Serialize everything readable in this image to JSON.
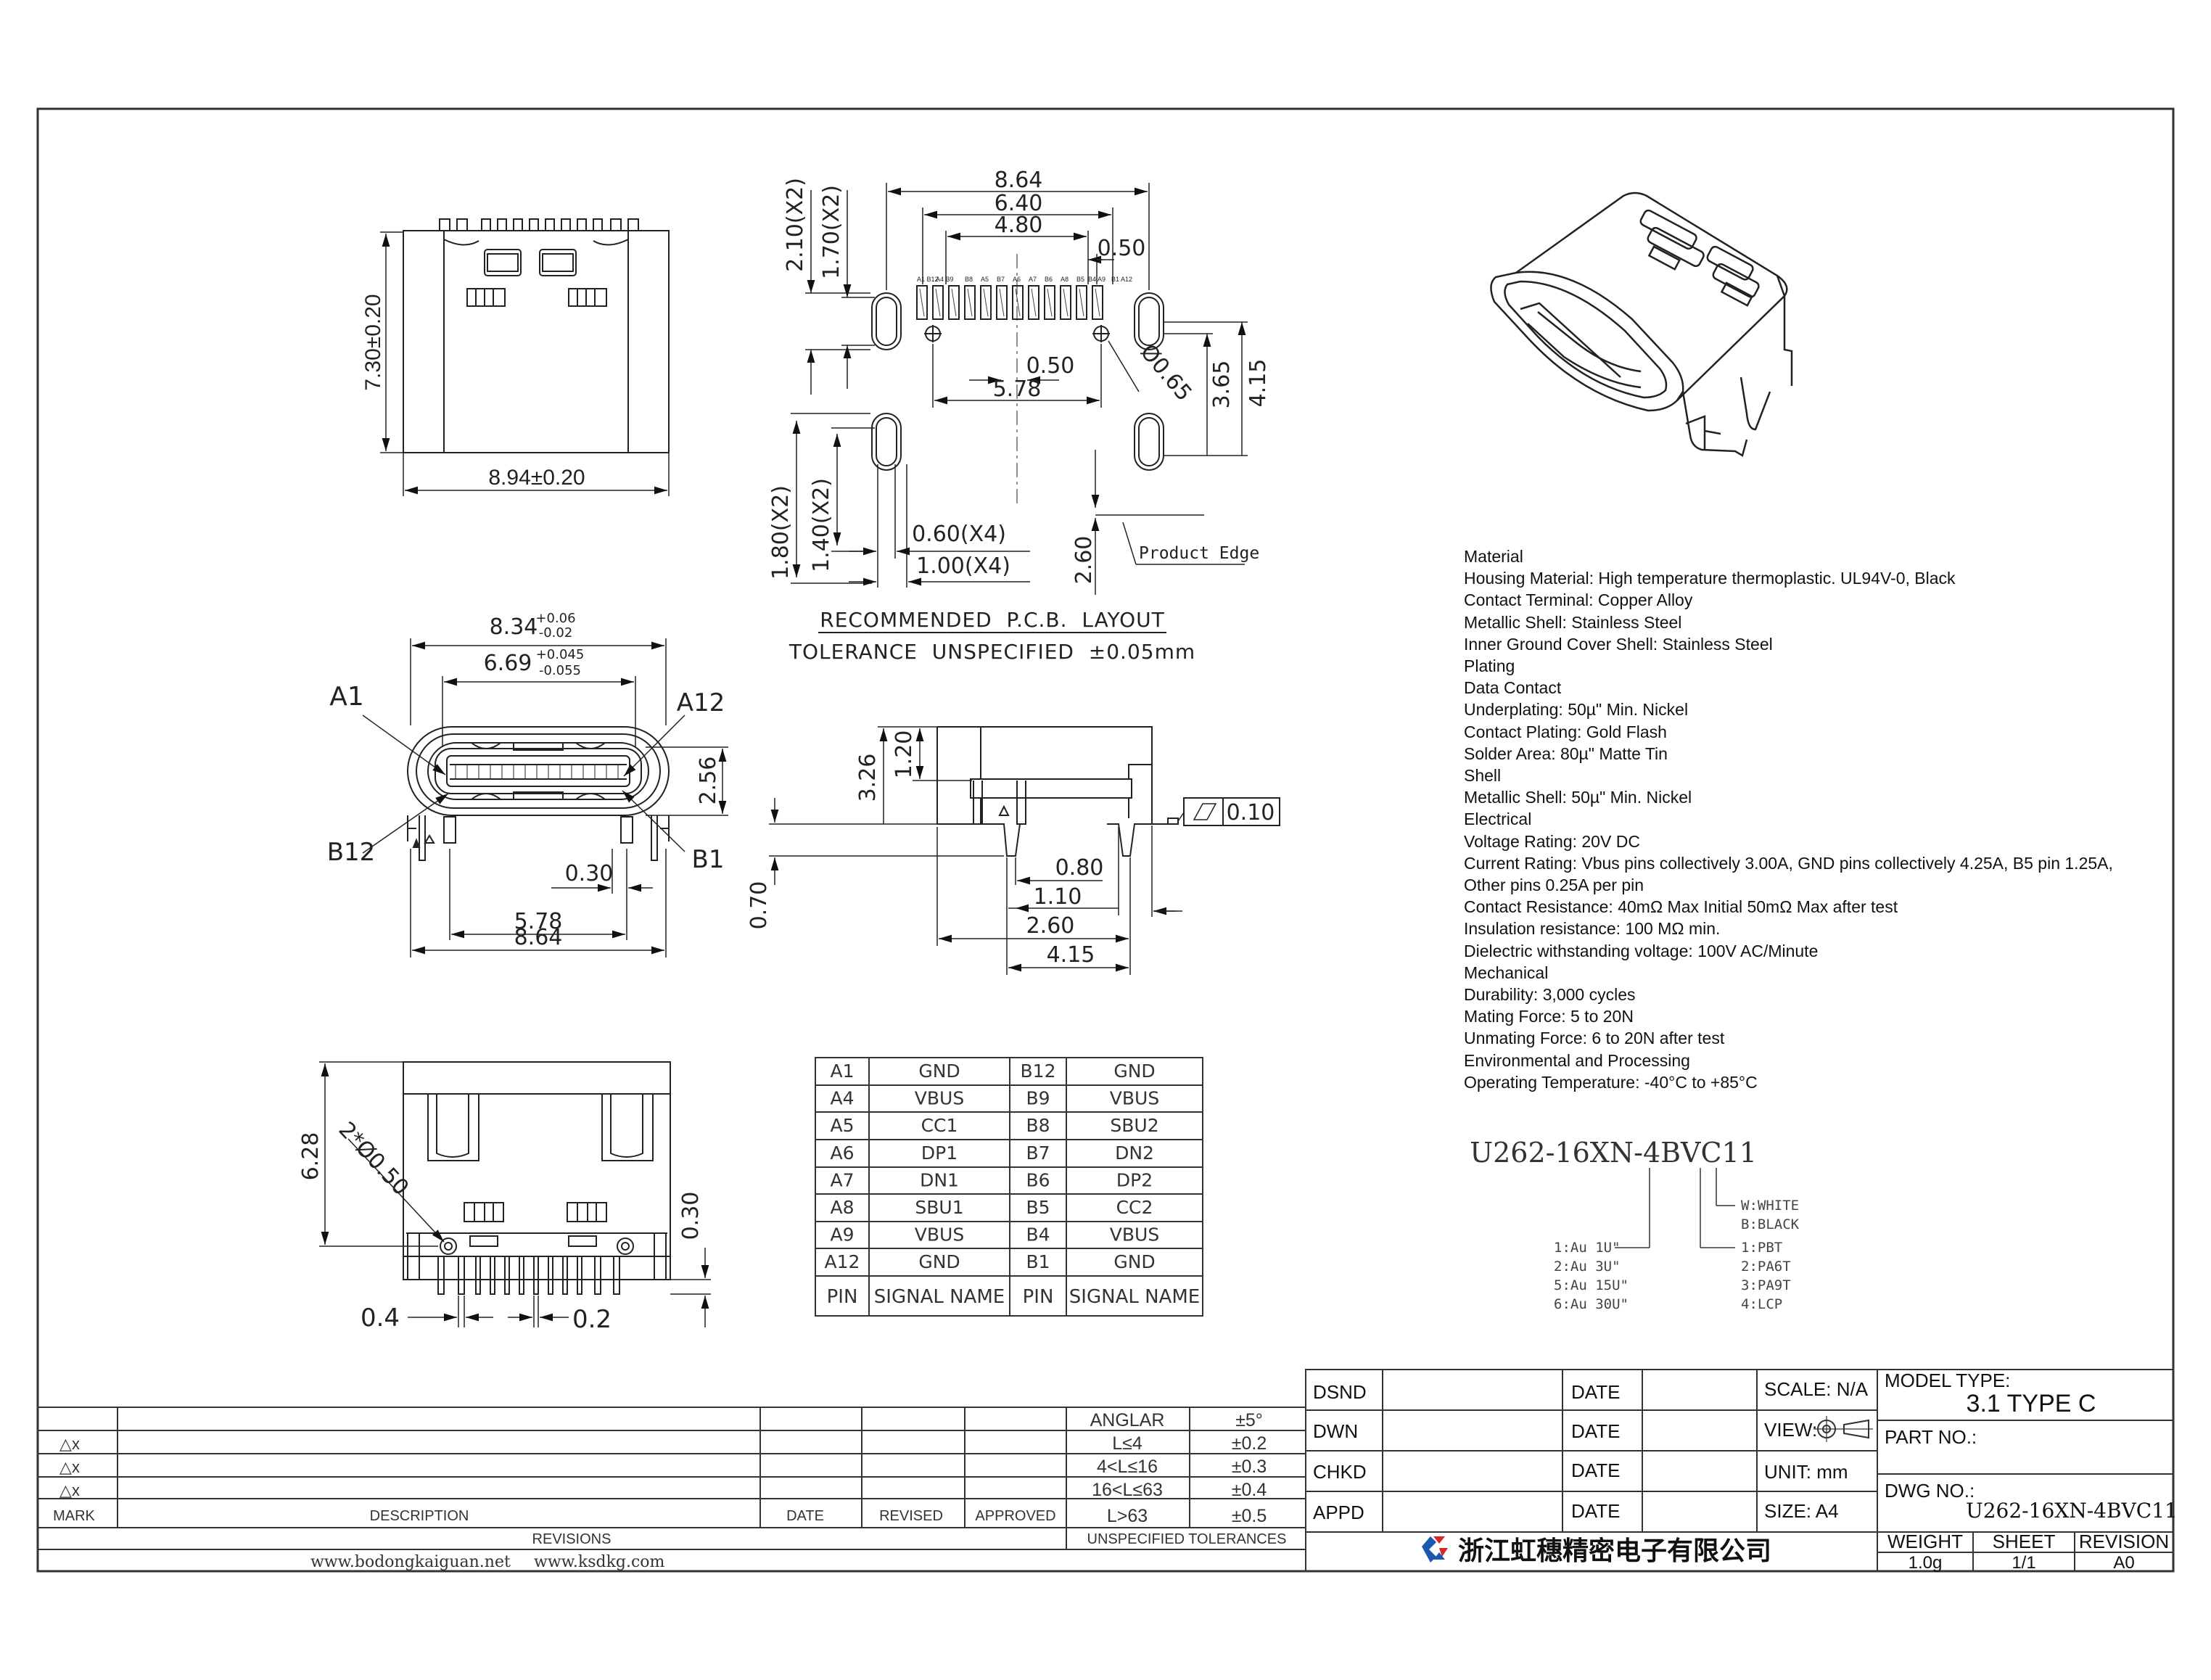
{
  "drawing": {
    "top_view": {
      "height": "7.30±0.20",
      "width": "8.94±0.20"
    },
    "pcb_layout": {
      "dims": {
        "d864": "8.64",
        "d640": "6.40",
        "d480": "4.80",
        "d050t": "0.50",
        "d210": "2.10(X2)",
        "d170": "1.70(X2)",
        "d050m": "0.50",
        "d578": "5.78",
        "d065": "Ø0.65",
        "d365": "3.65",
        "d415": "4.15",
        "d180": "1.80(X2)",
        "d140": "1.40(X2)",
        "d060": "0.60(X4)",
        "d100": "1.00(X4)",
        "d260": "2.60"
      },
      "product_edge": "Product Edge",
      "title": "RECOMMENDED  P.C.B.  LAYOUT",
      "tolerance": "TOLERANCE  UNSPECIFIED  ±0.05mm",
      "pin_labels": [
        "A1 B12",
        "A4 B9",
        "B8",
        "A5",
        "B7",
        "A6",
        "A7",
        "B6",
        "A8",
        "B5",
        "B4 A9",
        "B1 A12"
      ]
    },
    "front_view": {
      "d834": "8.34",
      "d834_up": "+0.06",
      "d834_dn": "-0.02",
      "d669": "6.69",
      "d669_up": "+0.045",
      "d669_dn": "-0.055",
      "a1": "A1",
      "a12": "A12",
      "b12": "B12",
      "b1": "B1",
      "d256": "2.56",
      "d030": "0.30",
      "d578": "5.78",
      "d864": "8.64"
    },
    "side_view": {
      "d326": "3.26",
      "d120": "1.20",
      "d070": "0.70",
      "d080": "0.80",
      "d110": "1.10",
      "d260": "2.60",
      "d415": "4.15",
      "flatness": "0.10"
    },
    "bottom_view": {
      "d628": "6.28",
      "d2050": "2*Ø0.50",
      "d030": "0.30",
      "d04": "0.4",
      "d02": "0.2"
    }
  },
  "pin_table": {
    "rows": [
      [
        "A1",
        "GND",
        "B12",
        "GND"
      ],
      [
        "A4",
        "VBUS",
        "B9",
        "VBUS"
      ],
      [
        "A5",
        "CC1",
        "B8",
        "SBU2"
      ],
      [
        "A6",
        "DP1",
        "B7",
        "DN2"
      ],
      [
        "A7",
        "DN1",
        "B6",
        "DP2"
      ],
      [
        "A8",
        "SBU1",
        "B5",
        "CC2"
      ],
      [
        "A9",
        "VBUS",
        "B4",
        "VBUS"
      ],
      [
        "A12",
        "GND",
        "B1",
        "GND"
      ]
    ],
    "header": [
      "PIN",
      "SIGNAL NAME",
      "PIN",
      "SIGNAL NAME"
    ]
  },
  "specs": [
    "Material",
    "Housing Material: High temperature thermoplastic. UL94V-0, Black",
    "Contact Terminal: Copper Alloy",
    "Metallic Shell: Stainless Steel",
    "Inner Ground Cover Shell: Stainless Steel",
    "Plating",
    "Data Contact",
    "Underplating: 50µ\" Min. Nickel",
    "Contact Plating: Gold Flash",
    "Solder Area: 80µ\" Matte Tin",
    "Shell",
    "Metallic Shell: 50µ\" Min. Nickel",
    "Electrical",
    "Voltage Rating: 20V DC",
    "Current Rating: Vbus pins collectively 3.00A, GND pins collectively 4.25A, B5 pin 1.25A, Other pins 0.25A per pin",
    "Contact Resistance: 40mΩ Max Initial 50mΩ Max after test",
    "Insulation resistance: 100 MΩ min.",
    "Dielectric withstanding voltage: 100V AC/Minute",
    "Mechanical",
    "Durability: 3,000 cycles",
    "Mating Force: 5 to 20N",
    "Unmating Force: 6 to 20N after test",
    "Environmental and Processing",
    "Operating Temperature: -40°C to +85°C"
  ],
  "part_code": {
    "code": "U262-16XN-4BVC11",
    "color": [
      "W:WHITE",
      "B:BLACK"
    ],
    "plating": [
      "1:Au 1U\"",
      "2:Au 3U\"",
      "5:Au 15U\"",
      "6:Au 30U\""
    ],
    "material": [
      "1:PBT",
      "2:PA6T",
      "3:PA9T",
      "4:LCP"
    ]
  },
  "title_block": {
    "dsnd": "DSND",
    "dwn": "DWN",
    "chkd": "CHKD",
    "appd": "APPD",
    "date": "DATE",
    "scale": "SCALE: N/A",
    "view": "VIEW:",
    "unit": "UNIT: mm",
    "size": "SIZE: A4",
    "model_type_label": "MODEL TYPE:",
    "model_type": "3.1 TYPE C",
    "part_no_label": "PART NO.:",
    "dwg_no_label": "DWG NO.:",
    "dwg_no": "U262-16XN-4BVC11",
    "weight_label": "WEIGHT",
    "weight": "1.0g",
    "sheet_label": "SHEET",
    "sheet": "1/1",
    "revision_label": "REVISION",
    "revision": "A0",
    "company": "浙江虹穗精密电子有限公司"
  },
  "revisions": {
    "marks": [
      "△x",
      "△x",
      "△x"
    ],
    "mark": "MARK",
    "description": "DESCRIPTION",
    "date": "DATE",
    "revised": "REVISED",
    "approved": "APPROVED",
    "title": "REVISIONS"
  },
  "tolerances": {
    "rows": [
      [
        "ANGLAR",
        "±5°"
      ],
      [
        "L≤4",
        "±0.2"
      ],
      [
        "4<L≤16",
        "±0.3"
      ],
      [
        "16<L≤63",
        "±0.4"
      ],
      [
        "L>63",
        "±0.5"
      ]
    ],
    "title": "UNSPECIFIED TOLERANCES"
  },
  "websites": [
    "www.bodongkaiguan.net",
    "www.ksdkg.com"
  ]
}
